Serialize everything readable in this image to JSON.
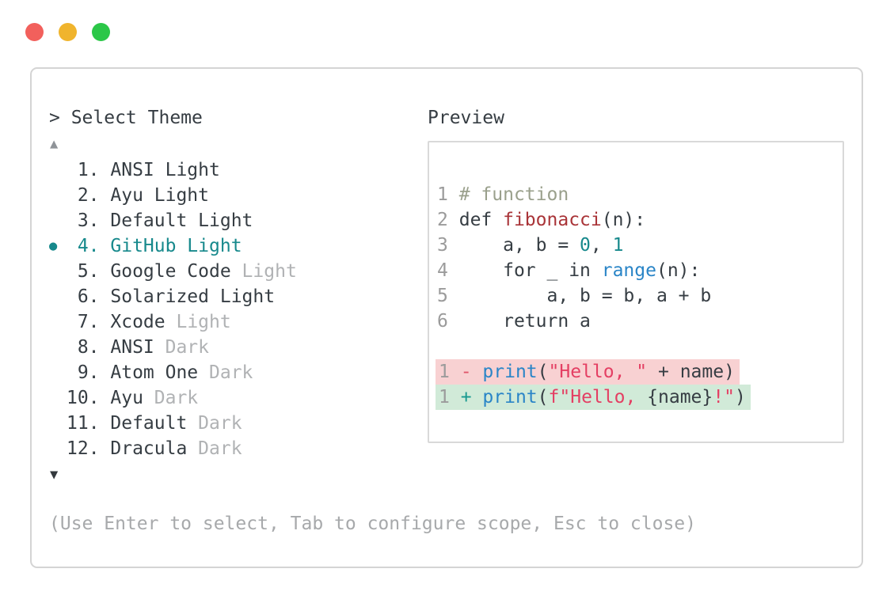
{
  "window_controls": {
    "close_color": "#f2605c",
    "minimize_color": "#f0b42d",
    "zoom_color": "#2bc748"
  },
  "colors": {
    "accent_teal": "#17898c",
    "text_dark": "#363d43",
    "text_muted": "#b0b2b4",
    "diff_del_bg": "#f8d1d2",
    "diff_add_bg": "#d1ead8",
    "string_pink": "#e43f63",
    "builtin_blue": "#2a85c7",
    "function_red": "#a93438",
    "comment_olive": "#9aa08c"
  },
  "panel": {
    "title": "> Select Theme",
    "scroll_up_glyph": "▲",
    "scroll_down_glyph": "▼",
    "bullet_glyph": "●",
    "footer": "(Use Enter to select, Tab to configure scope, Esc to close)",
    "items": [
      {
        "num": "1.",
        "name": "ANSI Light",
        "muted": "",
        "selected": false
      },
      {
        "num": "2.",
        "name": "Ayu Light",
        "muted": "",
        "selected": false
      },
      {
        "num": "3.",
        "name": "Default Light",
        "muted": "",
        "selected": false
      },
      {
        "num": "4.",
        "name": "GitHub Light",
        "muted": "",
        "selected": true
      },
      {
        "num": "5.",
        "name": "Google Code",
        "muted": " Light",
        "selected": false
      },
      {
        "num": "6.",
        "name": "Solarized Light",
        "muted": "",
        "selected": false
      },
      {
        "num": "7.",
        "name": "Xcode",
        "muted": " Light",
        "selected": false
      },
      {
        "num": "8.",
        "name": "ANSI",
        "muted": " Dark",
        "selected": false
      },
      {
        "num": "9.",
        "name": "Atom One",
        "muted": " Dark",
        "selected": false
      },
      {
        "num": "10.",
        "name": "Ayu",
        "muted": " Dark",
        "selected": false
      },
      {
        "num": "11.",
        "name": "Default",
        "muted": " Dark",
        "selected": false
      },
      {
        "num": "12.",
        "name": "Dracula",
        "muted": " Dark",
        "selected": false
      }
    ]
  },
  "preview": {
    "label": "Preview",
    "lines": [
      {
        "no": "1",
        "tokens": [
          {
            "c": "c",
            "t": "# function"
          }
        ]
      },
      {
        "no": "2",
        "tokens": [
          {
            "t": "def "
          },
          {
            "c": "f",
            "t": "fibonacci"
          },
          {
            "t": "(n):"
          }
        ]
      },
      {
        "no": "3",
        "tokens": [
          {
            "t": "    a, b = "
          },
          {
            "c": "n",
            "t": "0"
          },
          {
            "t": ", "
          },
          {
            "c": "n",
            "t": "1"
          }
        ]
      },
      {
        "no": "4",
        "tokens": [
          {
            "t": "    for _ in "
          },
          {
            "c": "b",
            "t": "range"
          },
          {
            "t": "(n):"
          }
        ]
      },
      {
        "no": "5",
        "tokens": [
          {
            "t": "        a, b = b, a + b"
          }
        ]
      },
      {
        "no": "6",
        "tokens": [
          {
            "t": "    return a"
          }
        ]
      },
      {
        "blank": true
      },
      {
        "no": "1",
        "diff": "del",
        "tokens": [
          {
            "c": "m",
            "t": "- "
          },
          {
            "c": "b",
            "t": "print"
          },
          {
            "t": "("
          },
          {
            "c": "s",
            "t": "\"Hello, \""
          },
          {
            "t": " + name)"
          }
        ]
      },
      {
        "no": "1",
        "diff": "add",
        "tokens": [
          {
            "c": "p",
            "t": "+ "
          },
          {
            "c": "b",
            "t": "print"
          },
          {
            "t": "("
          },
          {
            "c": "s",
            "t": "f\"Hello, "
          },
          {
            "t": "{name}"
          },
          {
            "c": "s",
            "t": "!\""
          },
          {
            "t": ")"
          }
        ]
      }
    ]
  }
}
